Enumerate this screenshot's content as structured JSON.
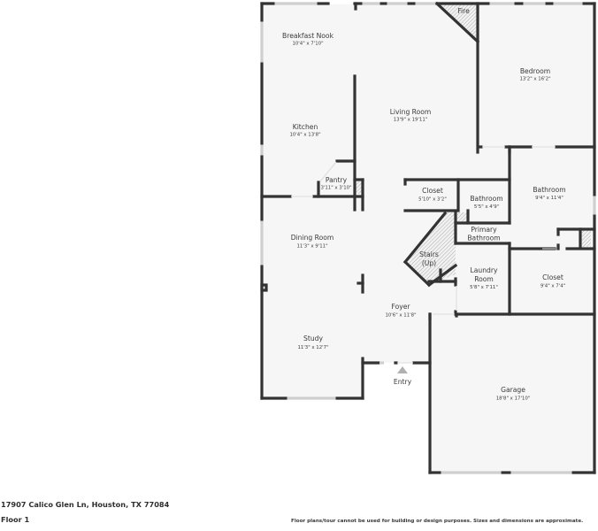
{
  "colors": {
    "wall": "#333333",
    "floor": "#f6f6f6",
    "window": "#d9d9d9",
    "hatch": "#9a9a9a",
    "entry_marker": "#b0b0b0"
  },
  "rooms": {
    "breakfast_nook": {
      "name": "Breakfast Nook",
      "dim": "10'4\" x 7'10\""
    },
    "kitchen": {
      "name": "Kitchen",
      "dim": "10'4\" x 13'8\""
    },
    "pantry": {
      "name": "Pantry",
      "dim": "3'11\" x 3'10\""
    },
    "living_room": {
      "name": "Living Room",
      "dim": "13'9\" x 19'11\""
    },
    "fire": {
      "name": "Fire"
    },
    "bedroom": {
      "name": "Bedroom",
      "dim": "13'2\" x 16'2\""
    },
    "closet_small": {
      "name": "Closet",
      "dim": "5'10\" x 3'2\""
    },
    "bathroom_small": {
      "name": "Bathroom",
      "dim": "5'5\" x 4'9\""
    },
    "bathroom_large": {
      "name": "Bathroom",
      "dim": "9'4\" x 11'4\""
    },
    "primary_bathroom": {
      "name_line1": "Primary",
      "name_line2": "Bathroom"
    },
    "stairs": {
      "name_line1": "Stairs",
      "name_line2": "(Up)"
    },
    "laundry_room": {
      "name_line1": "Laundry",
      "name_line2": "Room",
      "dim": "5'8\" x 7'11\""
    },
    "closet_large": {
      "name": "Closet",
      "dim": "9'4\" x 7'4\""
    },
    "dining_room": {
      "name": "Dining Room",
      "dim": "11'3\" x 9'11\""
    },
    "foyer": {
      "name": "Foyer",
      "dim": "10'6\" x 11'8\""
    },
    "study": {
      "name": "Study",
      "dim": "11'3\" x 12'7\""
    },
    "garage": {
      "name": "Garage",
      "dim": "18'8\" x 17'10\""
    },
    "entry": {
      "name": "Entry"
    }
  },
  "footer": {
    "address": "17907 Calico Glen Ln, Houston, TX 77084",
    "floor": "Floor 1",
    "disclaimer": "Floor plans/tour cannot be used for building or design purposes. Sizes and dimensions are approximate."
  }
}
